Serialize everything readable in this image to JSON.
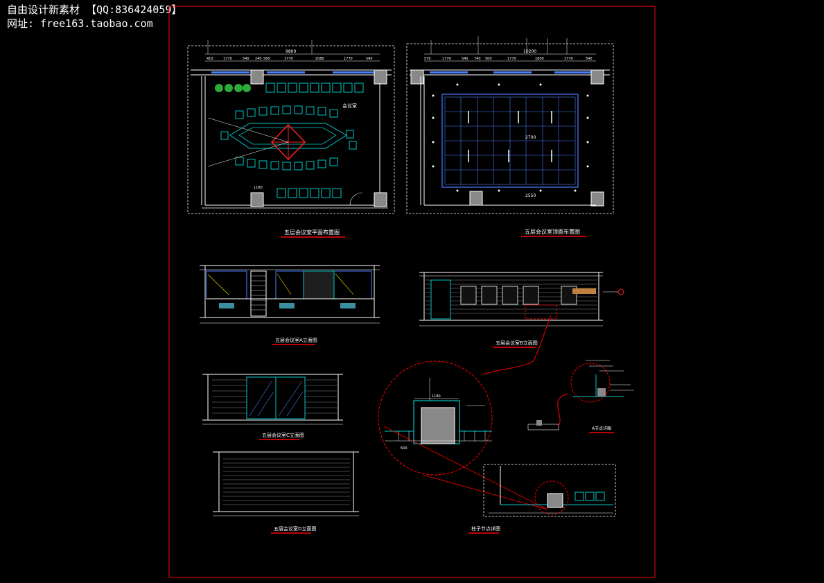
{
  "watermark": {
    "line1": "自由设计新素材 【QQ:836424059】",
    "line2": "网址: free163.taobao.com"
  },
  "drawings": {
    "plan_title": "五层会议室平面布置图",
    "ceiling_title": "五层会议室顶面布置图",
    "elev_a_title": "五层会议室A立面图",
    "elev_b_title": "五层会议室B立面图",
    "elev_c_title": "五层会议室C立面图",
    "elev_d_title": "五层会议室D立面图",
    "column_detail_title": "柱子节点详图",
    "node_detail_title": "A节点详图",
    "room_label": "会议室",
    "ceiling_level_1": "2700",
    "ceiling_level_2": "2550",
    "plan_total_dim": "9800",
    "ceiling_total_dim": "10200",
    "detail_dim": "1180",
    "detail_base_dim": "600"
  },
  "colors": {
    "frame": "#ff0000",
    "line": "#ffffff",
    "cyan": "#00c8c8",
    "blue": "#4a7fff",
    "green": "#2eaa3a",
    "yellow": "#ffe000"
  }
}
